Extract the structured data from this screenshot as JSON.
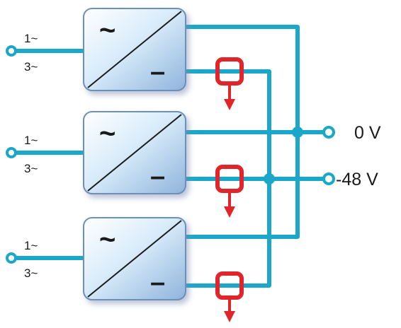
{
  "units": [
    {
      "input_top": "1~",
      "input_bottom": "3~",
      "ac_symbol": "~",
      "dc_symbol": "–"
    },
    {
      "input_top": "1~",
      "input_bottom": "3~",
      "ac_symbol": "~",
      "dc_symbol": "–"
    },
    {
      "input_top": "1~",
      "input_bottom": "3~",
      "ac_symbol": "~",
      "dc_symbol": "–"
    }
  ],
  "outputs": {
    "positive": "0 V",
    "negative": "-48 V"
  },
  "colors": {
    "wire": "#1ba7c9",
    "fuse": "#e0262b",
    "box_edge": "#6d8fb8"
  }
}
